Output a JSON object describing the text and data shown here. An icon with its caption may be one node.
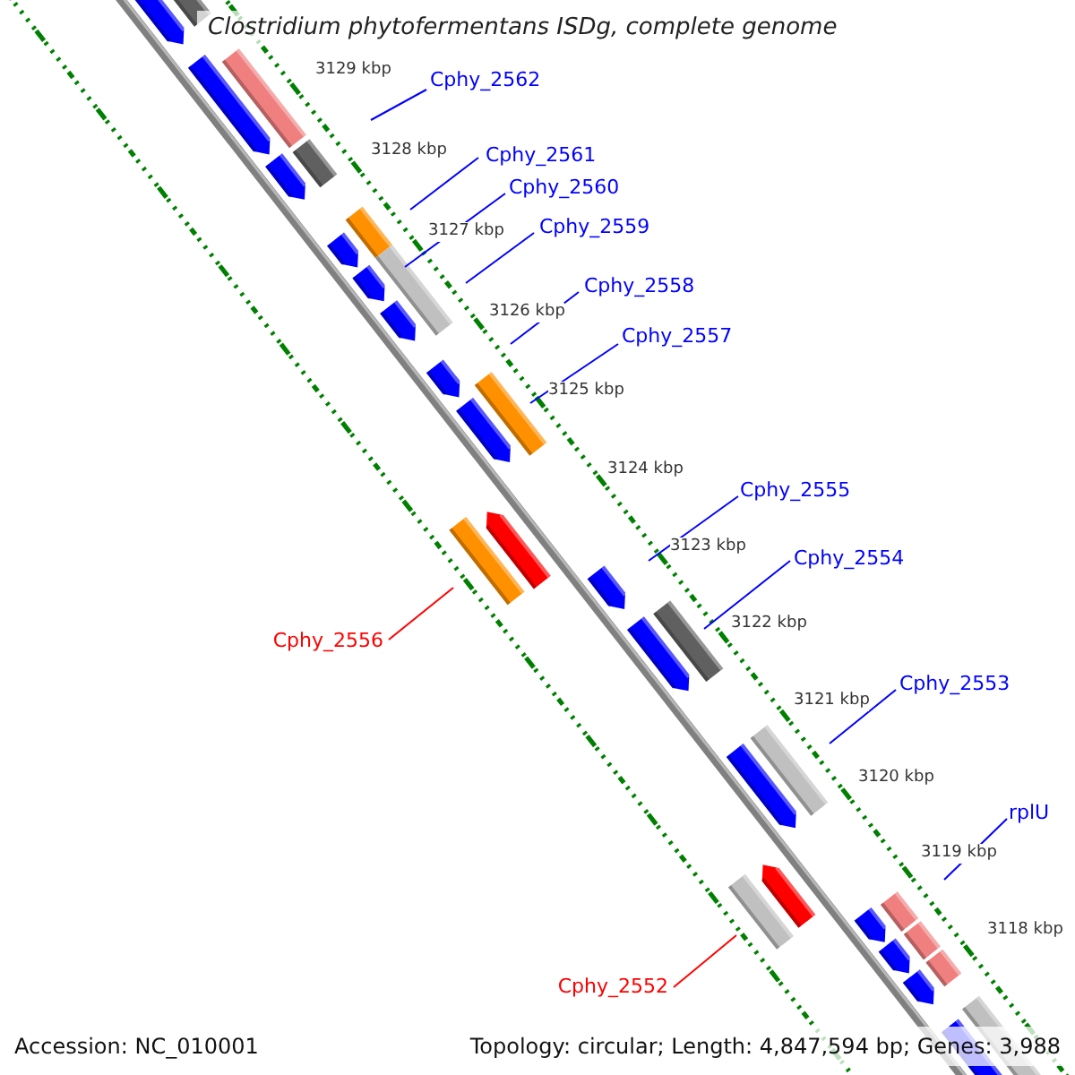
{
  "diagram": {
    "title": "Clostridium phytofermentans ISDg, complete genome",
    "nodes": [
      {
        "text": [
          "Cphy_2562"
        ]
      },
      {
        "text": [
          "Cphy_2561"
        ]
      },
      {
        "text": [
          "Cphy_2560"
        ]
      },
      {
        "text": [
          "Cphy_2559"
        ]
      },
      {
        "text": [
          "Cphy_2558"
        ]
      },
      {
        "text": [
          "Cphy_2557"
        ]
      },
      {
        "text": [
          "Cphy_2555"
        ]
      },
      {
        "text": [
          "Cphy_2554"
        ]
      },
      {
        "text": [
          "Cphy_2556"
        ]
      },
      {
        "text": [
          "Cphy_2553"
        ]
      },
      {
        "text": [
          "rplU"
        ]
      },
      {
        "text": [
          "Cphy_2552"
        ]
      }
    ],
    "edges": [
      {
        "from": 0,
        "to": null,
        "arrow": "none"
      },
      {
        "from": 1,
        "to": null,
        "arrow": "none"
      },
      {
        "from": 2,
        "to": null,
        "arrow": "none"
      },
      {
        "from": 3,
        "to": null,
        "arrow": "none"
      },
      {
        "from": 4,
        "to": null,
        "arrow": "none"
      },
      {
        "from": 5,
        "to": null,
        "arrow": "none"
      },
      {
        "from": 6,
        "to": null,
        "arrow": "none"
      },
      {
        "from": 7,
        "to": null,
        "arrow": "none"
      },
      {
        "from": 8,
        "to": null,
        "arrow": "none",
        "color": "#ff0000"
      },
      {
        "from": 9,
        "to": null,
        "arrow": "none"
      },
      {
        "from": 10,
        "to": null,
        "arrow": "none"
      },
      {
        "from": 11,
        "to": null,
        "arrow": "none",
        "color": "#ff0000"
      }
    ],
    "labels": [
      "3129 kbp",
      "3128 kbp",
      "3127 kbp",
      "3126 kbp",
      "3125 kbp",
      "3124 kbp",
      "3123 kbp",
      "3122 kbp",
      "3121 kbp",
      "3120 kbp",
      "3119 kbp",
      "3118 kbp",
      "Accession: NC_010001",
      "Topology: circular; Length: 4,847,594 bp; Genes: 3,988"
    ]
  }
}
